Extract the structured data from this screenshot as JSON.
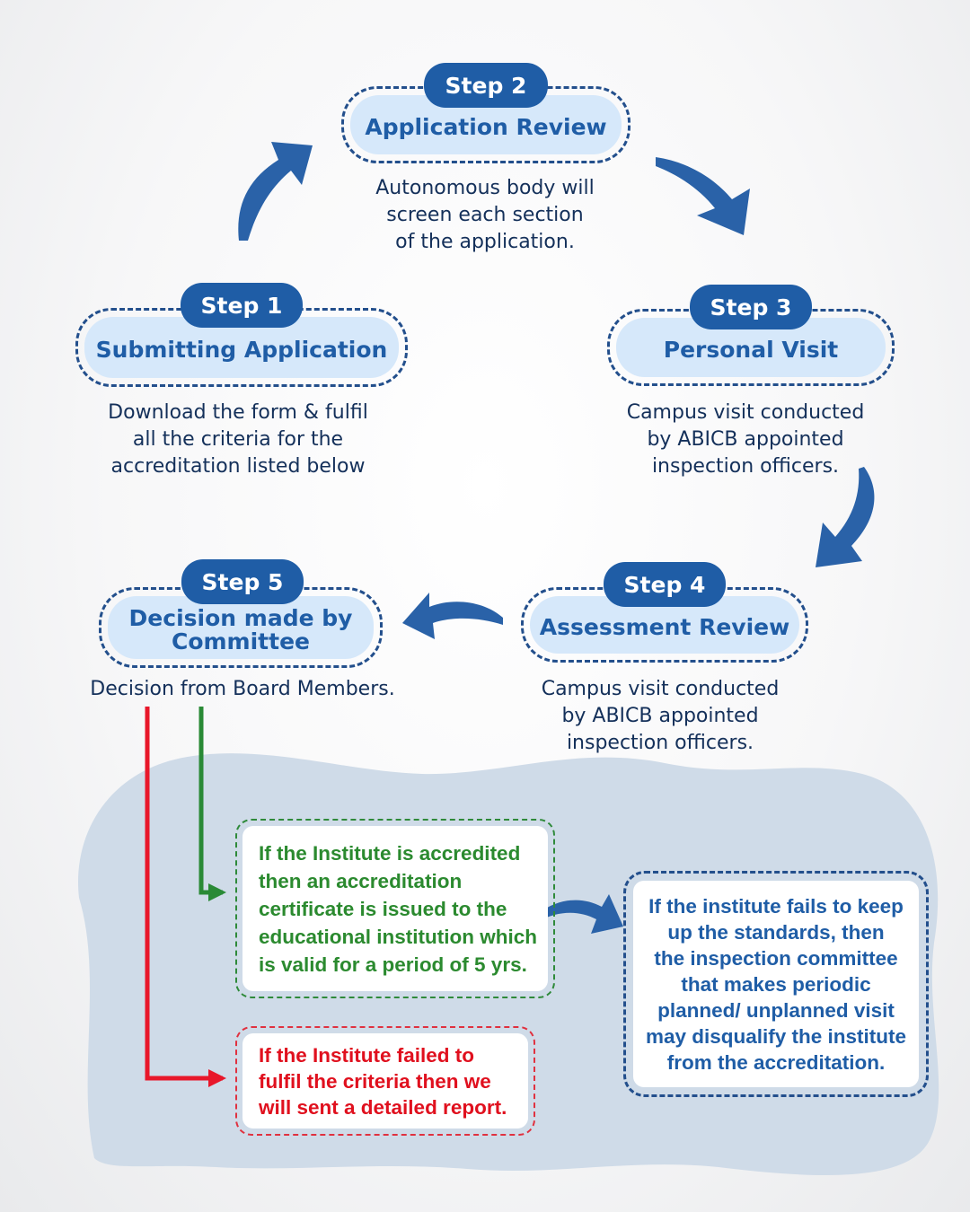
{
  "steps": [
    {
      "pill": "Step 1",
      "title": "Submitting Application",
      "desc": "Download the form & fulfil\nall the criteria for the\naccreditation listed below"
    },
    {
      "pill": "Step 2",
      "title": "Application Review",
      "desc": "Autonomous body will\nscreen each section\nof the application."
    },
    {
      "pill": "Step 3",
      "title": "Personal Visit",
      "desc": "Campus visit conducted\nby ABICB appointed\ninspection officers."
    },
    {
      "pill": "Step 4",
      "title": "Assessment Review",
      "desc": "Campus visit conducted\nby ABICB appointed\ninspection officers."
    },
    {
      "pill": "Step 5",
      "title": "Decision made by\nCommittee",
      "desc": "Decision from Board Members."
    }
  ],
  "outcomes": {
    "accredited": "If the Institute is accredited\nthen an accreditation\ncertificate is issued to the\neducational institution which\nis valid for a period of 5 yrs.",
    "failed": "If the Institute failed to\nfulfil the criteria then we\nwill sent a detailed report.",
    "disqualify": "If the institute fails to keep\nup the standards, then\nthe inspection committee\nthat makes periodic\nplanned/ unplanned visit\nmay disqualify the institute\nfrom the accreditation."
  },
  "colors": {
    "primary": "#1f5da6",
    "pill": "#1f5da6",
    "box_fill": "#d6e8fa",
    "cloud": "#cfdbe8",
    "green": "#2b8a2f",
    "red": "#e0101e"
  }
}
